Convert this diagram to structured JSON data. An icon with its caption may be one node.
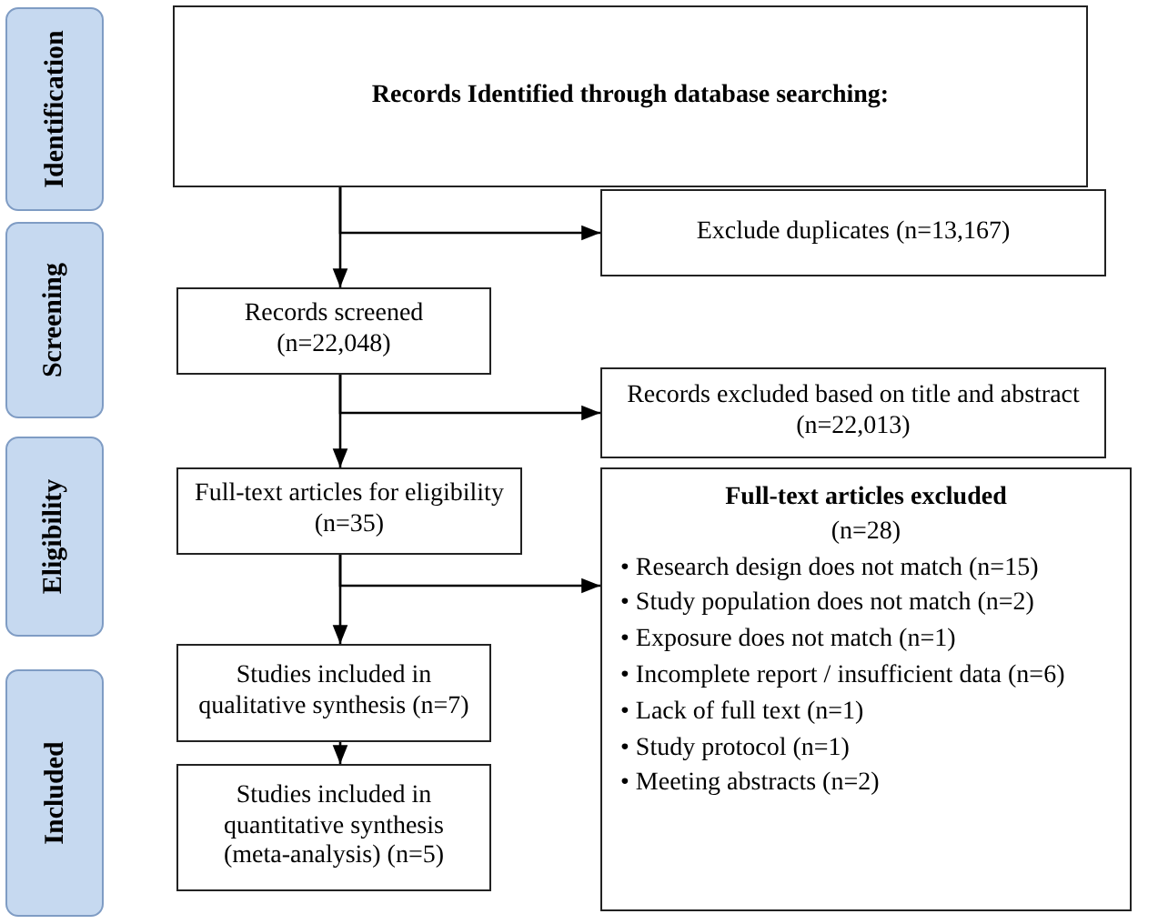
{
  "diagram": {
    "nodes": [
      {
        "text": [
          "Identification"
        ]
      },
      {
        "text": [
          "Records Identified through database searching:"
        ]
      },
      {
        "text": [
          "Exclude duplicates (n=13,167)"
        ]
      },
      {
        "text": [
          "Screening"
        ]
      },
      {
        "text": [
          "Records screened (n=22,048)"
        ]
      },
      {
        "text": [
          "Records excluded based on title and abstract (n=22,013)"
        ]
      },
      {
        "text": [
          "Eligibility"
        ]
      },
      {
        "text": [
          "Full-text articles for eligibility (n=35)"
        ]
      },
      {
        "text": [
          "Full-text articles excluded",
          "(n=28)",
          "• Research design does not match (n=15)",
          "• Study population does not match (n=2)",
          "• Exposure does not match (n=1)",
          "• Incomplete report / insufficient data (n=6)",
          "• Lack of full text (n=1)",
          "• Study protocol (n=1)",
          "• Meeting abstracts (n=2)"
        ]
      },
      {
        "text": [
          "Included"
        ]
      },
      {
        "text": [
          "Studies included in qualitative synthesis (n=7)"
        ]
      },
      {
        "text": [
          "Studies included in quantitative synthesis (meta-analysis) (n=5)"
        ]
      }
    ],
    "edges": [
      {
        "from": 1,
        "to": 4,
        "arrow": "to"
      },
      {
        "from": 1,
        "to": 2,
        "arrow": "to"
      },
      {
        "from": 4,
        "to": 7,
        "arrow": "to"
      },
      {
        "from": 4,
        "to": 5,
        "arrow": "to"
      },
      {
        "from": 7,
        "to": 10,
        "arrow": "to"
      },
      {
        "from": 7,
        "to": 8,
        "arrow": "to"
      },
      {
        "from": 10,
        "to": 11,
        "arrow": "to"
      }
    ]
  }
}
